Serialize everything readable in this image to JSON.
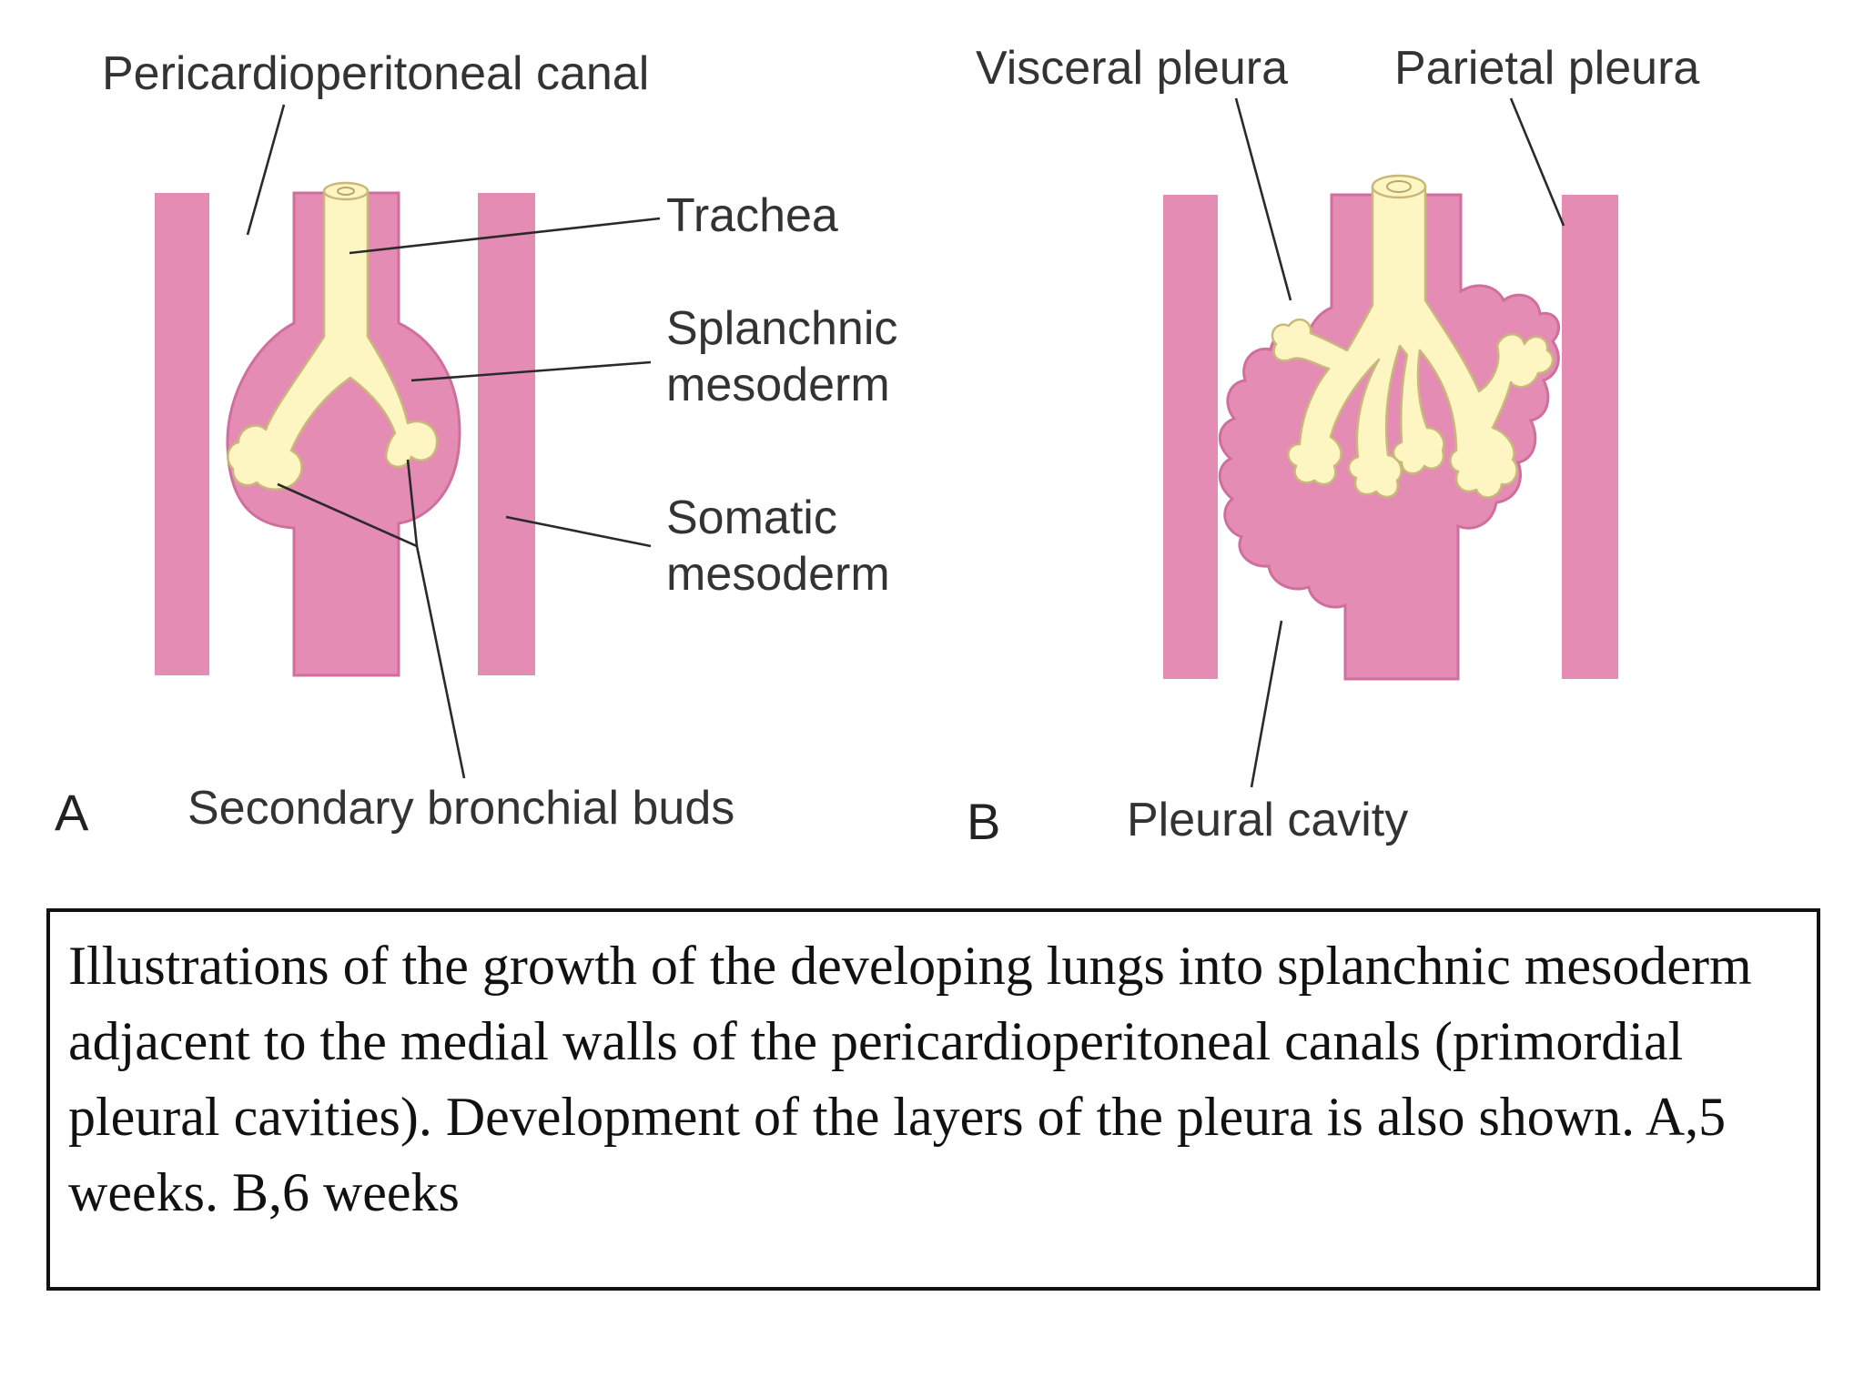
{
  "panel_a": {
    "letter": "A",
    "labels": {
      "pericardioperitoneal_canal": "Pericardioperitoneal canal",
      "trachea": "Trachea",
      "splanchnic_mesoderm_line1": "Splanchnic",
      "splanchnic_mesoderm_line2": "mesoderm",
      "somatic_mesoderm_line1": "Somatic",
      "somatic_mesoderm_line2": "mesoderm",
      "secondary_bronchial_buds": "Secondary bronchial buds"
    }
  },
  "panel_b": {
    "letter": "B",
    "labels": {
      "visceral_pleura": "Visceral pleura",
      "parietal_pleura": "Parietal pleura",
      "pleural_cavity": "Pleural cavity"
    }
  },
  "colors": {
    "mesoderm": "#e58cb5",
    "endoderm": "#fdf6c3"
  },
  "caption": "Illustrations of the growth of the developing lungs into splanchnic mesoderm adjacent to the medial walls of the pericardioperitoneal canals (primordial pleural cavities). Development of the layers of the pleura is also shown. A,5 weeks. B,6 weeks"
}
